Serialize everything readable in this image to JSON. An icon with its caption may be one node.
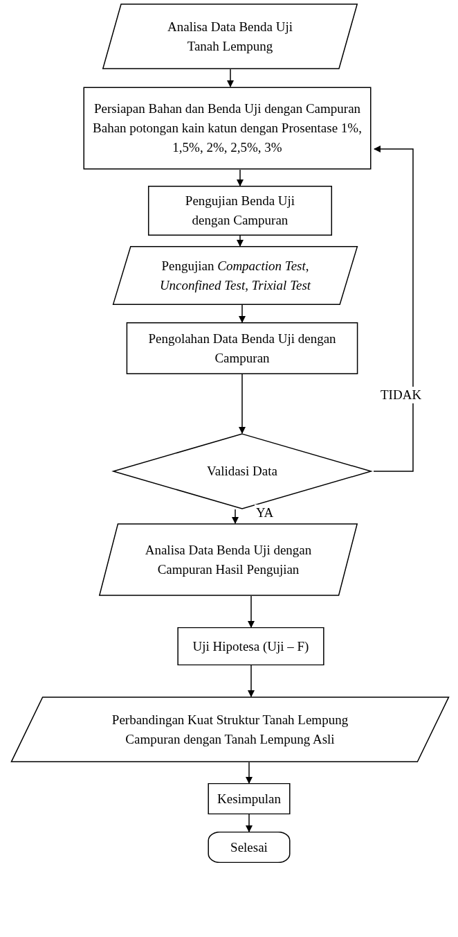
{
  "diagram": {
    "nodes": [
      {
        "text": [
          "Analisa Data Benda Uji Tanah Lempung"
        ]
      },
      {
        "text": [
          "Persiapan Bahan dan Benda Uji dengan Campuran Bahan potongan kain katun dengan Prosentase 1%, 1,5%, 2%, 2,5%, 3%"
        ]
      },
      {
        "text": [
          "Pengujian Benda Uji dengan Campuran"
        ]
      },
      {
        "text": [
          "Pengujian *Compaction Test*, *Unconfined Test*, *Trixial Test*"
        ]
      },
      {
        "text": [
          "Pengolahan Data Benda Uji dengan Campuran"
        ]
      },
      {
        "text": [
          "Validasi Data"
        ]
      },
      {
        "text": [
          "Analisa Data Benda Uji dengan Campuran Hasil Pengujian"
        ]
      },
      {
        "text": [
          "Uji Hipotesa (Uji – F)"
        ]
      },
      {
        "text": [
          "Perbandingan Kuat Struktur Tanah Lempung Campuran dengan Tanah Lempung Asli"
        ]
      },
      {
        "text": [
          "Kesimpulan"
        ]
      },
      {
        "text": [
          "Selesai"
        ]
      }
    ],
    "edges": [
      {
        "from": 0,
        "to": 1,
        "arrow": "to"
      },
      {
        "from": 1,
        "to": 2,
        "arrow": "to"
      },
      {
        "from": 2,
        "to": 3,
        "arrow": "to"
      },
      {
        "from": 3,
        "to": 4,
        "arrow": "to"
      },
      {
        "from": 4,
        "to": 5,
        "arrow": "to"
      },
      {
        "from": 5,
        "to": 6,
        "arrow": "to",
        "label": "YA"
      },
      {
        "from": 6,
        "to": 7,
        "arrow": "to"
      },
      {
        "from": 7,
        "to": 8,
        "arrow": "to"
      },
      {
        "from": 8,
        "to": 9,
        "arrow": "to"
      },
      {
        "from": 9,
        "to": 10,
        "arrow": "to"
      },
      {
        "from": 5,
        "to": 1,
        "arrow": "to",
        "label": "TIDAK"
      }
    ]
  }
}
